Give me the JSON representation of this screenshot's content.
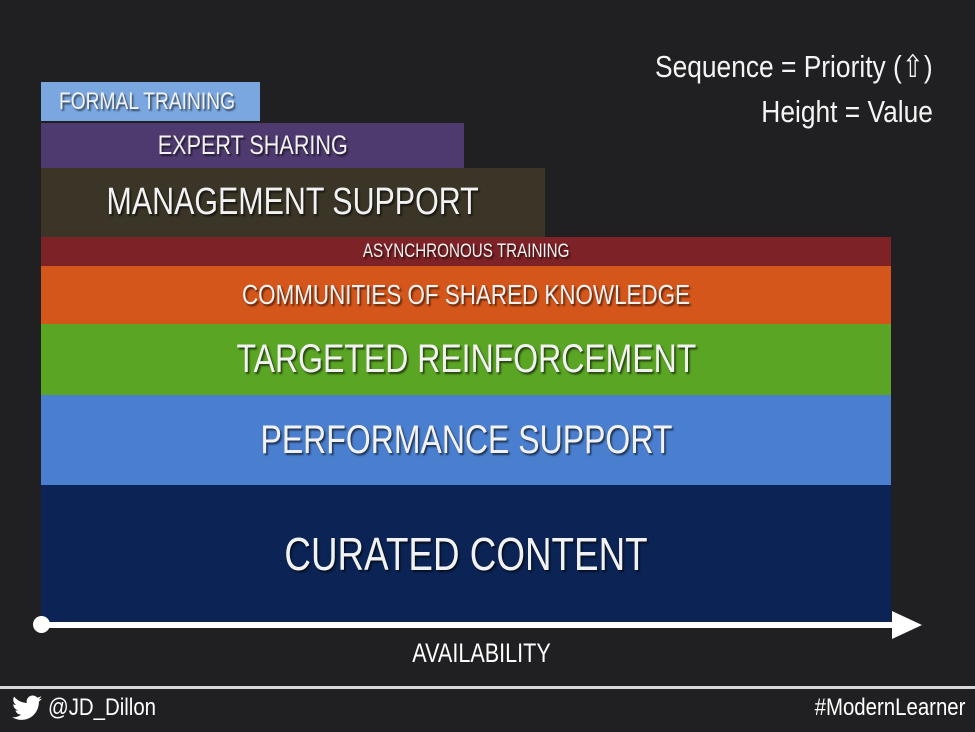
{
  "legend": {
    "line1": "Sequence = Priority (⇧)",
    "line2": "Height = Value"
  },
  "layers": [
    {
      "label": "FORMAL TRAINING",
      "color": "#7aa7e0"
    },
    {
      "label": "EXPERT SHARING",
      "color": "#4e3a6e"
    },
    {
      "label": "MANAGEMENT SUPPORT",
      "color": "#3a3526"
    },
    {
      "label": "ASYNCHRONOUS TRAINING",
      "color": "#7d2226"
    },
    {
      "label": "COMMUNITIES OF SHARED KNOWLEDGE",
      "color": "#d4561a"
    },
    {
      "label": "TARGETED REINFORCEMENT",
      "color": "#5aa524"
    },
    {
      "label": "PERFORMANCE SUPPORT",
      "color": "#4a7fcf"
    },
    {
      "label": "CURATED CONTENT",
      "color": "#0b2455"
    }
  ],
  "axis": {
    "label": "AVAILABILITY"
  },
  "footer": {
    "handle": "@JD_Dillon",
    "hashtag": "#ModernLearner"
  }
}
